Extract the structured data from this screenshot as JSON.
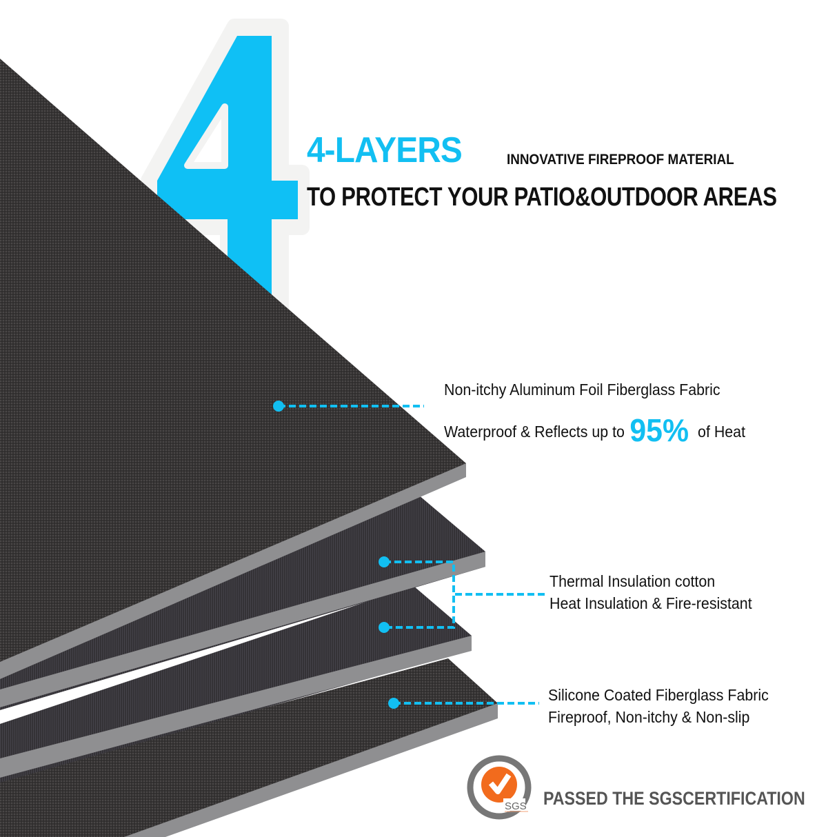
{
  "headline": {
    "big_number": "4",
    "layers_label": "4-LAYERS",
    "layers_sub": "INNOVATIVE FIREPROOF MATERIAL",
    "line2": "TO PROTECT YOUR PATIO&OUTDOOR AREAS"
  },
  "layers": [
    {
      "title": "Non-itchy Aluminum Foil Fiberglass Fabric",
      "detail_prefix": "Waterproof & Reflects up to",
      "detail_highlight": "95%",
      "detail_suffix": "of Heat"
    },
    {
      "title": "Thermal Insulation cotton",
      "detail": "Heat Insulation & Fire-resistant"
    },
    {
      "title": "Silicone Coated Fiberglass Fabric",
      "detail": "Fireproof, Non-itchy & Non-slip"
    }
  ],
  "certification": {
    "logo_text": "SGS",
    "label": "PASSED THE SGSCERTIFICATION"
  },
  "colors": {
    "accent_blue": "#12bff2",
    "sheet_dark": "#3a3838",
    "sheet_edge": "#8f8f91",
    "sgs_orange": "#f26b1d",
    "sgs_ring": "#777777"
  }
}
